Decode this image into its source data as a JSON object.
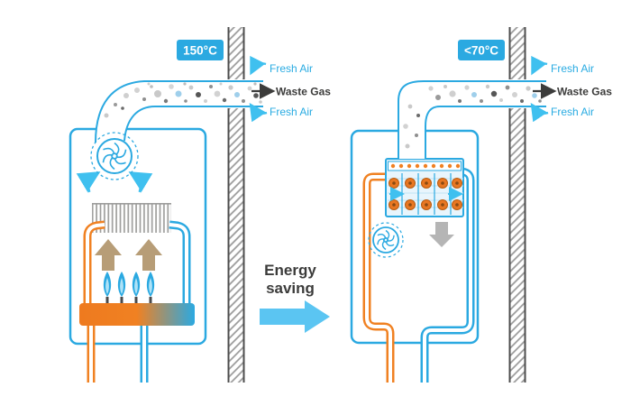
{
  "left_panel": {
    "temp_badge": "150°C",
    "fresh_air_top": "Fresh Air",
    "waste_gas": "Waste Gas",
    "fresh_air_bottom": "Fresh Air"
  },
  "right_panel": {
    "temp_badge": "<70°C",
    "fresh_air_top": "Fresh Air",
    "waste_gas": "Waste Gas",
    "fresh_air_bottom": "Fresh Air"
  },
  "center": {
    "caption_line1": "Energy",
    "caption_line2": "saving"
  },
  "colors": {
    "boiler_blue": "#2BA9E1",
    "fresh_air_cyan": "#3FC0EF",
    "hot_orange": "#F08122",
    "waste_gas_dark": "#3C3C3B",
    "energy_arrow_blue": "#5BC5F2",
    "wall_hatch_gray": "#9C9C9C",
    "fin_gray": "#9D9D9C"
  }
}
